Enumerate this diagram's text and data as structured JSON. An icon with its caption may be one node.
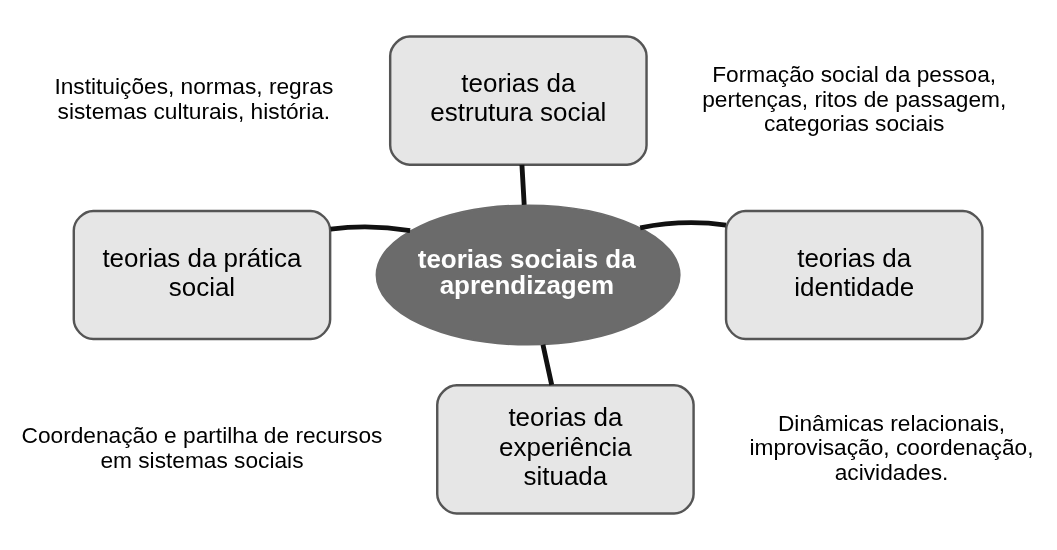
{
  "diagram": {
    "nodes": [
      {
        "text": [
          "teorias sociais da aprendizagem"
        ]
      },
      {
        "text": [
          "teorias da estrutura social"
        ],
        "beside": [
          "Instituições, normas, regras sistemas culturais, história."
        ]
      },
      {
        "text": [
          "teorias da prática social"
        ],
        "beside": [
          "Coordenação e partilha de recursos em sistemas sociais"
        ]
      },
      {
        "text": [
          "teorias da identidade"
        ],
        "beside": [
          "Formação social da pessoa, pertenças, ritos de passagem, categorias sociais"
        ]
      },
      {
        "text": [
          "teorias da experiência situada"
        ],
        "beside": [
          "Dinâmicas relacionais, improvisação, coordenação, acividades."
        ]
      }
    ],
    "edges": [
      {
        "from": 1,
        "to": 0,
        "arrow": "none"
      },
      {
        "from": 2,
        "to": 0,
        "arrow": "none"
      },
      {
        "from": 0,
        "to": 3,
        "arrow": "none"
      },
      {
        "from": 0,
        "to": 4,
        "arrow": "none"
      }
    ]
  }
}
